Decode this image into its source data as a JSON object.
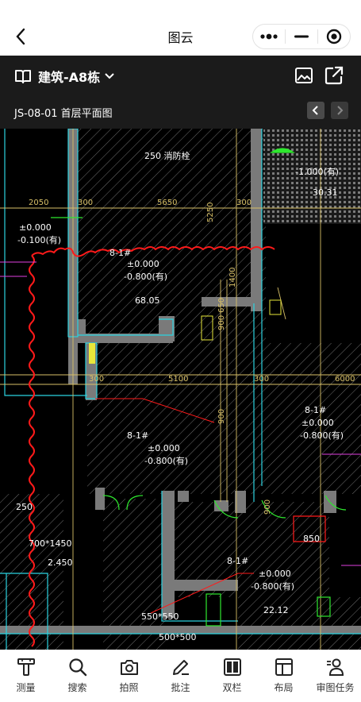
{
  "nav": {
    "title": "图云"
  },
  "header": {
    "project": "建筑-A8栋",
    "sheet": "JS-08-01 首层平面图"
  },
  "drawing": {
    "dims_top": [
      "2050",
      "300",
      "5650",
      "300",
      "5250"
    ],
    "dims_mid": [
      "300",
      "5100",
      "300",
      "6000"
    ],
    "vertical_dims": [
      "1400",
      "900",
      "650",
      "900",
      "900"
    ],
    "labels": [
      {
        "id": "lbl1",
        "text": "250 消防栓"
      },
      {
        "id": "lbl2",
        "text": "±0.000"
      },
      {
        "id": "lbl3",
        "text": "-0.100(有)"
      },
      {
        "id": "lbl4",
        "text": "8-1#"
      },
      {
        "id": "lbl5",
        "text": "±0.000"
      },
      {
        "id": "lbl6",
        "text": "-0.800(有)"
      },
      {
        "id": "lbl7",
        "text": "68.05"
      },
      {
        "id": "lbl8",
        "text": "-1.000(有)"
      },
      {
        "id": "lbl9",
        "text": "30.31"
      },
      {
        "id": "lbl10",
        "text": "8-1#"
      },
      {
        "id": "lbl11",
        "text": "±0.000"
      },
      {
        "id": "lbl12",
        "text": "-0.800(有)"
      },
      {
        "id": "lbl13",
        "text": "8-1#"
      },
      {
        "id": "lbl14",
        "text": "±0.000"
      },
      {
        "id": "lbl15",
        "text": "-0.800(有)"
      },
      {
        "id": "lbl16",
        "text": "250"
      },
      {
        "id": "lbl17",
        "text": "700*1450"
      },
      {
        "id": "lbl18",
        "text": "2.450"
      },
      {
        "id": "lbl19",
        "text": "8-1#"
      },
      {
        "id": "lbl20",
        "text": "±0.000"
      },
      {
        "id": "lbl21",
        "text": "-0.800(有)"
      },
      {
        "id": "lbl22",
        "text": "550*550"
      },
      {
        "id": "lbl23",
        "text": "500*500"
      },
      {
        "id": "lbl24",
        "text": "22.12"
      },
      {
        "id": "lbl25",
        "text": "850"
      }
    ]
  },
  "toolbar": [
    {
      "id": "measure",
      "label": "测量"
    },
    {
      "id": "search",
      "label": "搜索"
    },
    {
      "id": "photo",
      "label": "拍照"
    },
    {
      "id": "annotate",
      "label": "批注"
    },
    {
      "id": "dual",
      "label": "双栏"
    },
    {
      "id": "layout",
      "label": "布局"
    },
    {
      "id": "review",
      "label": "审图任务"
    }
  ],
  "colors": {
    "cad_bg": "#000000",
    "accent_red": "#ff1a1a",
    "dim_yellow": "#d8c068",
    "wall_gray": "#7a7a7a",
    "cyan": "#2bd3e0",
    "green": "#2ee82e",
    "magenta": "#e040e0"
  }
}
